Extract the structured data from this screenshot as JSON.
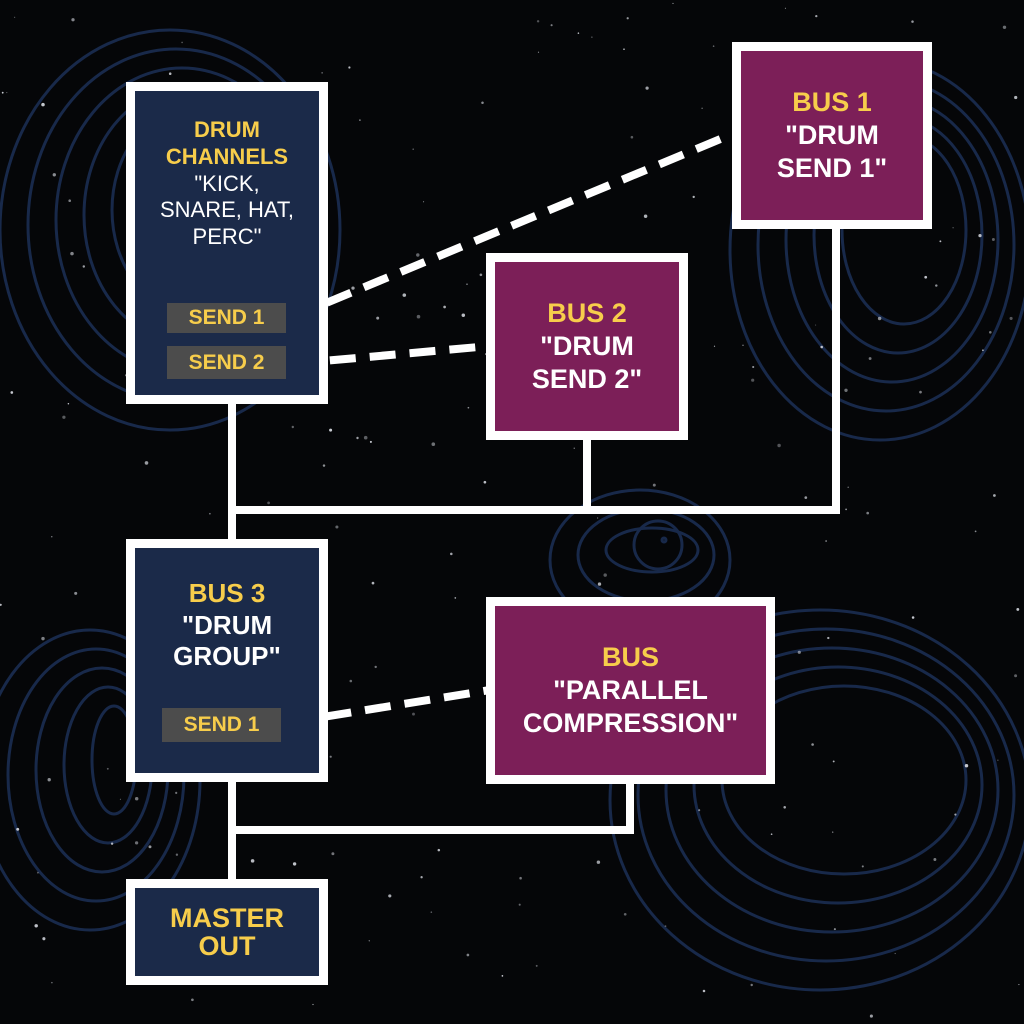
{
  "colors": {
    "background": "#050608",
    "navy_box": "#1b2a49",
    "plum_box": "#7c1f58",
    "header_yellow": "#f7cd4b",
    "send_tag": "#4c4c4c",
    "line": "#ffffff"
  },
  "nodes": {
    "drum_channels": {
      "title_line1": "DRUM",
      "title_line2": "CHANNELS",
      "desc_line1": "\"KICK,",
      "desc_line2": "SNARE, HAT,",
      "desc_line3": "PERC\"",
      "send1": "SEND 1",
      "send2": "SEND 2"
    },
    "bus1": {
      "title": "BUS 1",
      "name_line1": "\"DRUM",
      "name_line2": "SEND 1\""
    },
    "bus2": {
      "title": "BUS 2",
      "name_line1": "\"DRUM",
      "name_line2": "SEND 2\""
    },
    "bus3": {
      "title": "BUS 3",
      "name_line1": "\"DRUM",
      "name_line2": "GROUP\"",
      "send1": "SEND 1"
    },
    "parallel": {
      "title": "BUS",
      "name_line1": "\"PARALLEL",
      "name_line2": "COMPRESSION\""
    },
    "master": {
      "line1": "MASTER",
      "line2": "OUT"
    }
  }
}
